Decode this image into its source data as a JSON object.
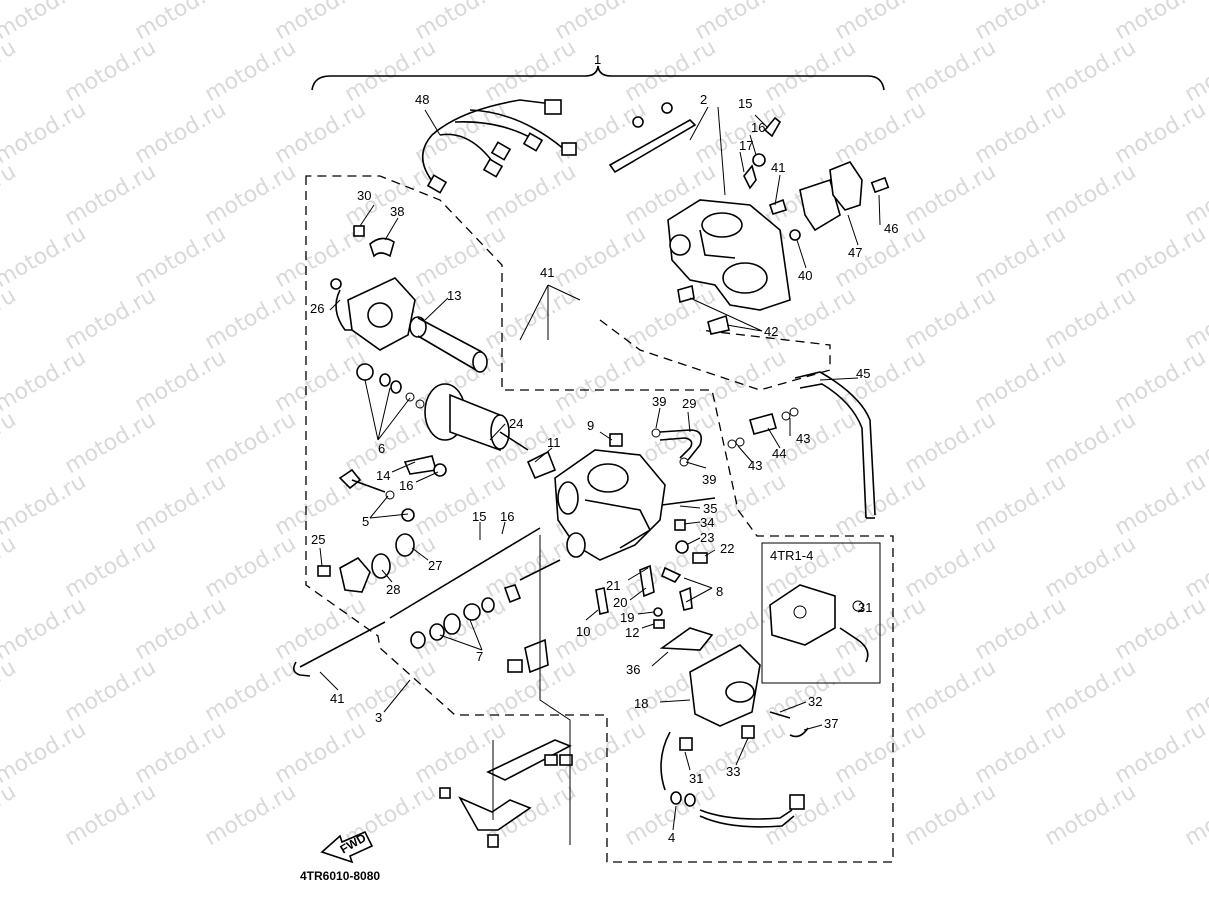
{
  "watermark": "motod.ru",
  "diagram_code": "4TR6010-8080",
  "inset_title": "4TR1-4",
  "fwd_label": "FWD",
  "callouts": [
    {
      "id": "c1",
      "text": "1"
    },
    {
      "id": "c2",
      "text": "2"
    },
    {
      "id": "c15a",
      "text": "15"
    },
    {
      "id": "c16a",
      "text": "16"
    },
    {
      "id": "c17",
      "text": "17"
    },
    {
      "id": "c41a",
      "text": "41"
    },
    {
      "id": "c46",
      "text": "46"
    },
    {
      "id": "c47",
      "text": "47"
    },
    {
      "id": "c40",
      "text": "40"
    },
    {
      "id": "c42",
      "text": "42"
    },
    {
      "id": "c48",
      "text": "48"
    },
    {
      "id": "c30",
      "text": "30"
    },
    {
      "id": "c38",
      "text": "38"
    },
    {
      "id": "c26",
      "text": "26"
    },
    {
      "id": "c13",
      "text": "13"
    },
    {
      "id": "c41b",
      "text": "41"
    },
    {
      "id": "c6",
      "text": "6"
    },
    {
      "id": "c24",
      "text": "24"
    },
    {
      "id": "c14",
      "text": "14"
    },
    {
      "id": "c16b",
      "text": "16"
    },
    {
      "id": "c5",
      "text": "5"
    },
    {
      "id": "c11",
      "text": "11"
    },
    {
      "id": "c9",
      "text": "9"
    },
    {
      "id": "c39a",
      "text": "39"
    },
    {
      "id": "c29",
      "text": "29"
    },
    {
      "id": "c39b",
      "text": "39"
    },
    {
      "id": "c45",
      "text": "45"
    },
    {
      "id": "c43a",
      "text": "43"
    },
    {
      "id": "c43b",
      "text": "43"
    },
    {
      "id": "c44",
      "text": "44"
    },
    {
      "id": "c35",
      "text": "35"
    },
    {
      "id": "c34",
      "text": "34"
    },
    {
      "id": "c23",
      "text": "23"
    },
    {
      "id": "c22",
      "text": "22"
    },
    {
      "id": "c15b",
      "text": "15"
    },
    {
      "id": "c16c",
      "text": "16"
    },
    {
      "id": "c25",
      "text": "25"
    },
    {
      "id": "c27",
      "text": "27"
    },
    {
      "id": "c28",
      "text": "28"
    },
    {
      "id": "c21",
      "text": "21"
    },
    {
      "id": "c20",
      "text": "20"
    },
    {
      "id": "c19",
      "text": "19"
    },
    {
      "id": "c10",
      "text": "10"
    },
    {
      "id": "c12",
      "text": "12"
    },
    {
      "id": "c8",
      "text": "8"
    },
    {
      "id": "c7",
      "text": "7"
    },
    {
      "id": "c41c",
      "text": "41"
    },
    {
      "id": "c3",
      "text": "3"
    },
    {
      "id": "c36",
      "text": "36"
    },
    {
      "id": "c18",
      "text": "18"
    },
    {
      "id": "c32",
      "text": "32"
    },
    {
      "id": "c37",
      "text": "37"
    },
    {
      "id": "c31a",
      "text": "31"
    },
    {
      "id": "c33",
      "text": "33"
    },
    {
      "id": "c4",
      "text": "4"
    },
    {
      "id": "c31b",
      "text": "31"
    }
  ]
}
